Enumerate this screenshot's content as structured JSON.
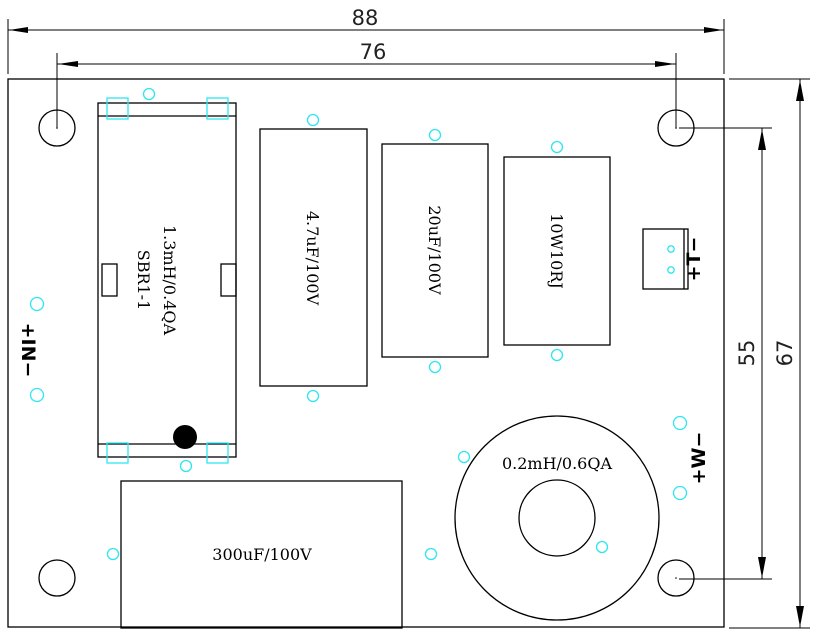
{
  "drawing": {
    "type": "PCB component layout",
    "line_color": "#000000",
    "pad_color": "#2ee6f0",
    "background": "#ffffff"
  },
  "dimensions": {
    "overall_width": "88",
    "hole_spacing_width": "76",
    "hole_spacing_height": "55",
    "overall_height": "67"
  },
  "components": {
    "inductor_1": {
      "value": "1.3mH/0.4QA",
      "model": "SBR1-1"
    },
    "capacitor_1": {
      "value": "4.7uF/100V"
    },
    "capacitor_2": {
      "value": "20uF/100V"
    },
    "resistor_1": {
      "value": "10W10RJ"
    },
    "capacitor_3": {
      "value": "300uF/100V"
    },
    "toroid_inductor": {
      "value": "0.2mH/0.6QA"
    }
  },
  "terminals": {
    "input": "+IN−",
    "thermal": "+T−",
    "output": "+W−"
  }
}
